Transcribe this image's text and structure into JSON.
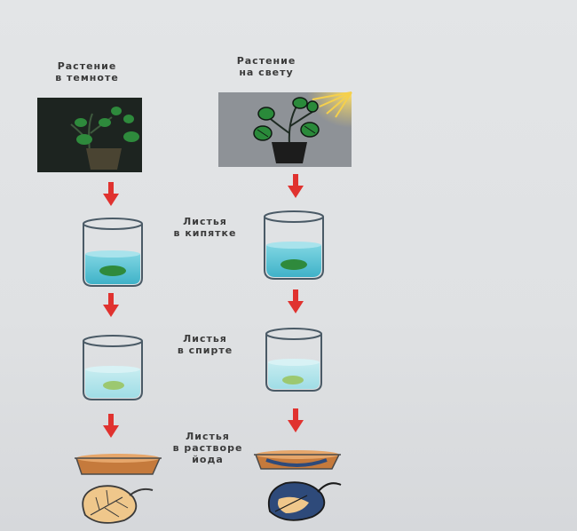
{
  "columns": {
    "dark": {
      "title_line1": "Растение",
      "title_line2": "в темноте"
    },
    "light": {
      "title_line1": "Растение",
      "title_line2": "на свету"
    }
  },
  "steps": [
    {
      "line1": "Листья",
      "line2": "в кипятке"
    },
    {
      "line1": "Листья",
      "line2": "в спирте"
    },
    {
      "line1": "Листья",
      "line2": "в растворе",
      "line3": "йода"
    }
  ],
  "colors": {
    "arrow": "#e0322f",
    "water": "#5fc6d6",
    "dark_bg": "#1d2420",
    "light_bg": "#8e9297",
    "leaf": "#2f8f3b",
    "iodine": "#c57a3c",
    "iodine_leaf_dark": "#2e4a7a"
  }
}
